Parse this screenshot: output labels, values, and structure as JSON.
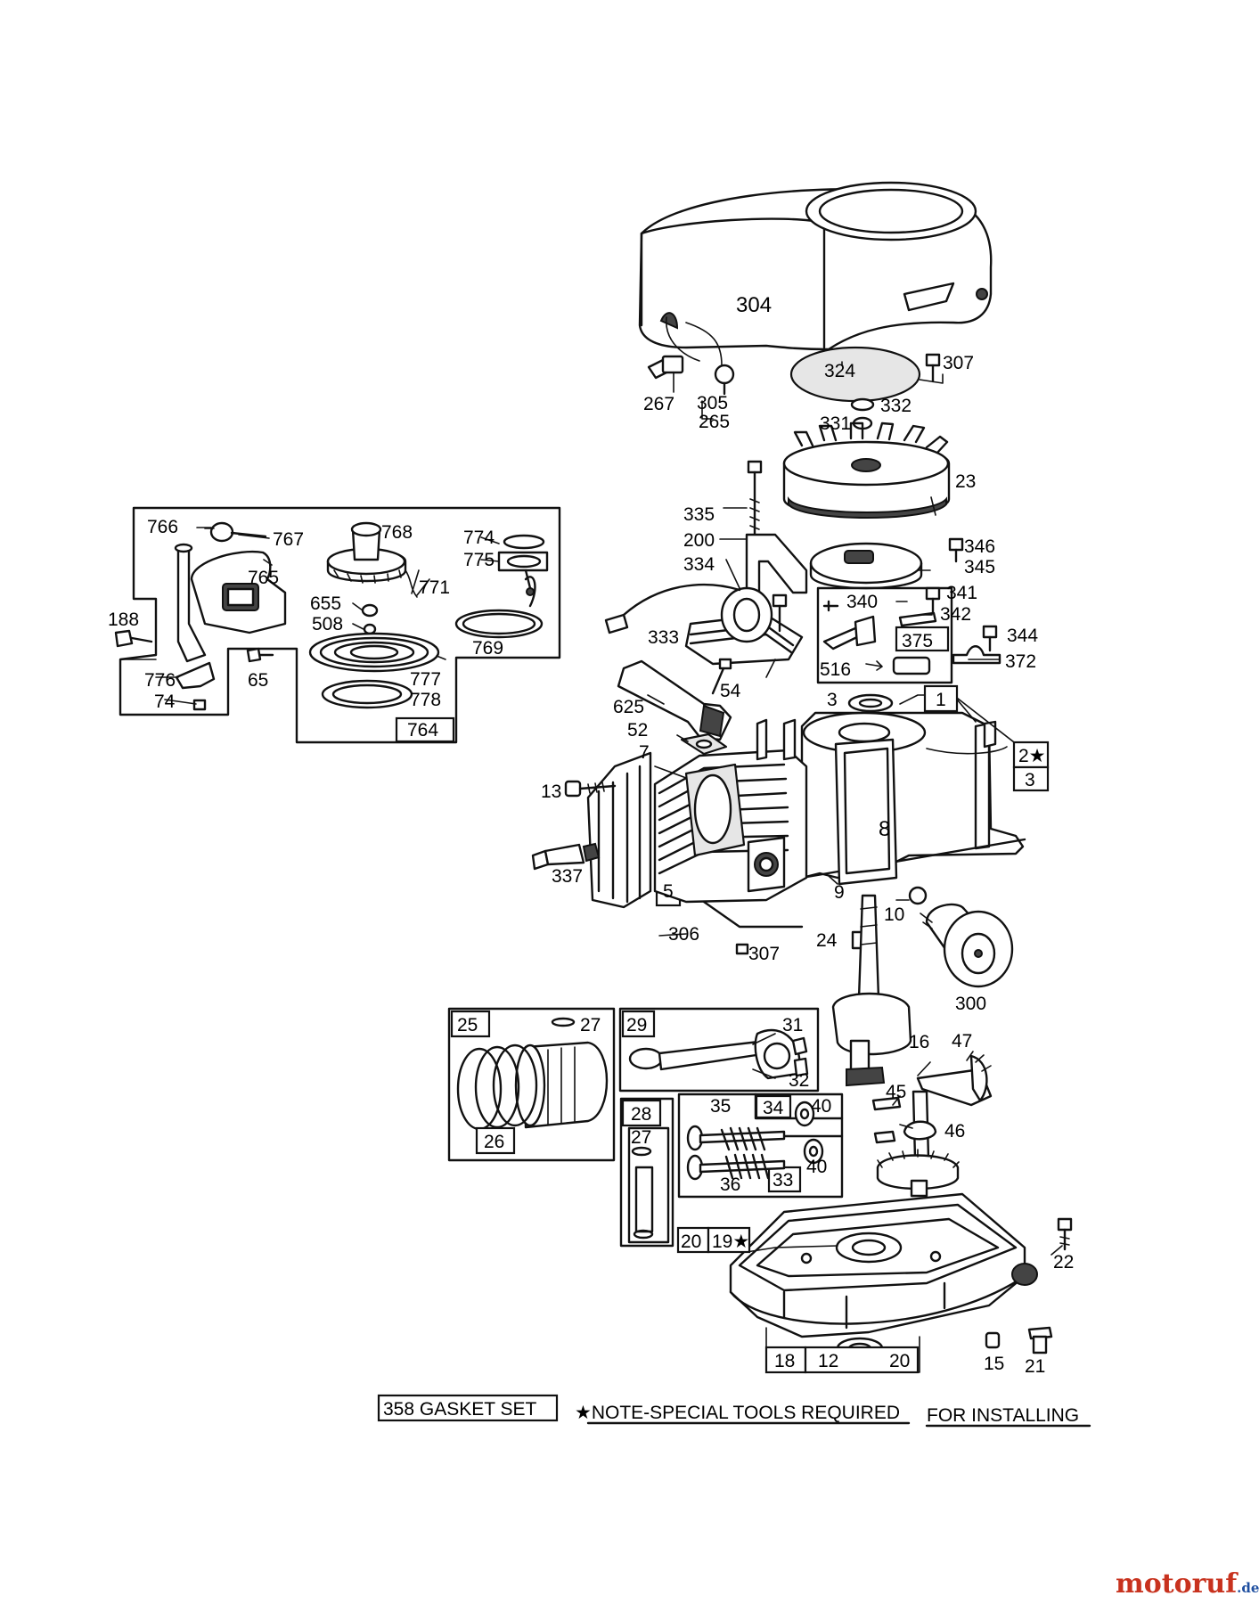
{
  "parts": {
    "p304": "304",
    "p324": "324",
    "p307a": "307",
    "p332": "332",
    "p331": "331",
    "p267": "267",
    "p305": "305",
    "p265": "265",
    "p23": "23",
    "p335": "335",
    "p200": "200",
    "p334": "334",
    "p333": "333",
    "p346": "346",
    "p345": "345",
    "p340": "340",
    "p341": "341",
    "p342": "342",
    "p344": "344",
    "p375": "375",
    "p372": "372",
    "p516": "516",
    "p54": "54",
    "p766": "766",
    "p767": "767",
    "p768": "768",
    "p765": "765",
    "p771": "771",
    "p774": "774",
    "p775": "775",
    "p769": "769",
    "p655": "655",
    "p508": "508",
    "p188": "188",
    "p776": "776",
    "p74": "74",
    "p65": "65",
    "p777": "777",
    "p778": "778",
    "p764": "764",
    "p625": "625",
    "p52": "52",
    "p7": "7",
    "p3a": "3",
    "p1": "1",
    "p2": "2★",
    "p3b": "3",
    "p13": "13",
    "p8": "8",
    "p337": "337",
    "p5": "5",
    "p9": "9",
    "p306": "306",
    "p307b": "307",
    "p10": "10",
    "p24": "24",
    "p300": "300",
    "p25": "25",
    "p27a": "27",
    "p26": "26",
    "p29": "29",
    "p31": "31",
    "p32": "32",
    "p16": "16",
    "p47": "47",
    "p28": "28",
    "p27b": "27",
    "p35": "35",
    "p34": "34",
    "p40a": "40",
    "p40b": "40",
    "p36": "36",
    "p33": "33",
    "p45": "45",
    "p46": "46",
    "p20a": "20",
    "p19": "19★",
    "p22": "22",
    "p18": "18",
    "p12": "12",
    "p20b": "20",
    "p15": "15",
    "p21": "21"
  },
  "footer": {
    "gasket_set": "358 GASKET SET",
    "note": "★NOTE-SPECIAL TOOLS REQUIRED",
    "for_installing": "FOR INSTALLING"
  },
  "watermark": {
    "brand_main": "motoruf",
    "brand_tld": ".de"
  },
  "colors": {
    "ink": "#111111",
    "paper": "#ffffff",
    "wm_red": "#c8321e",
    "wm_green": "#3a8a2a",
    "wm_blue": "#1f4fa0"
  }
}
